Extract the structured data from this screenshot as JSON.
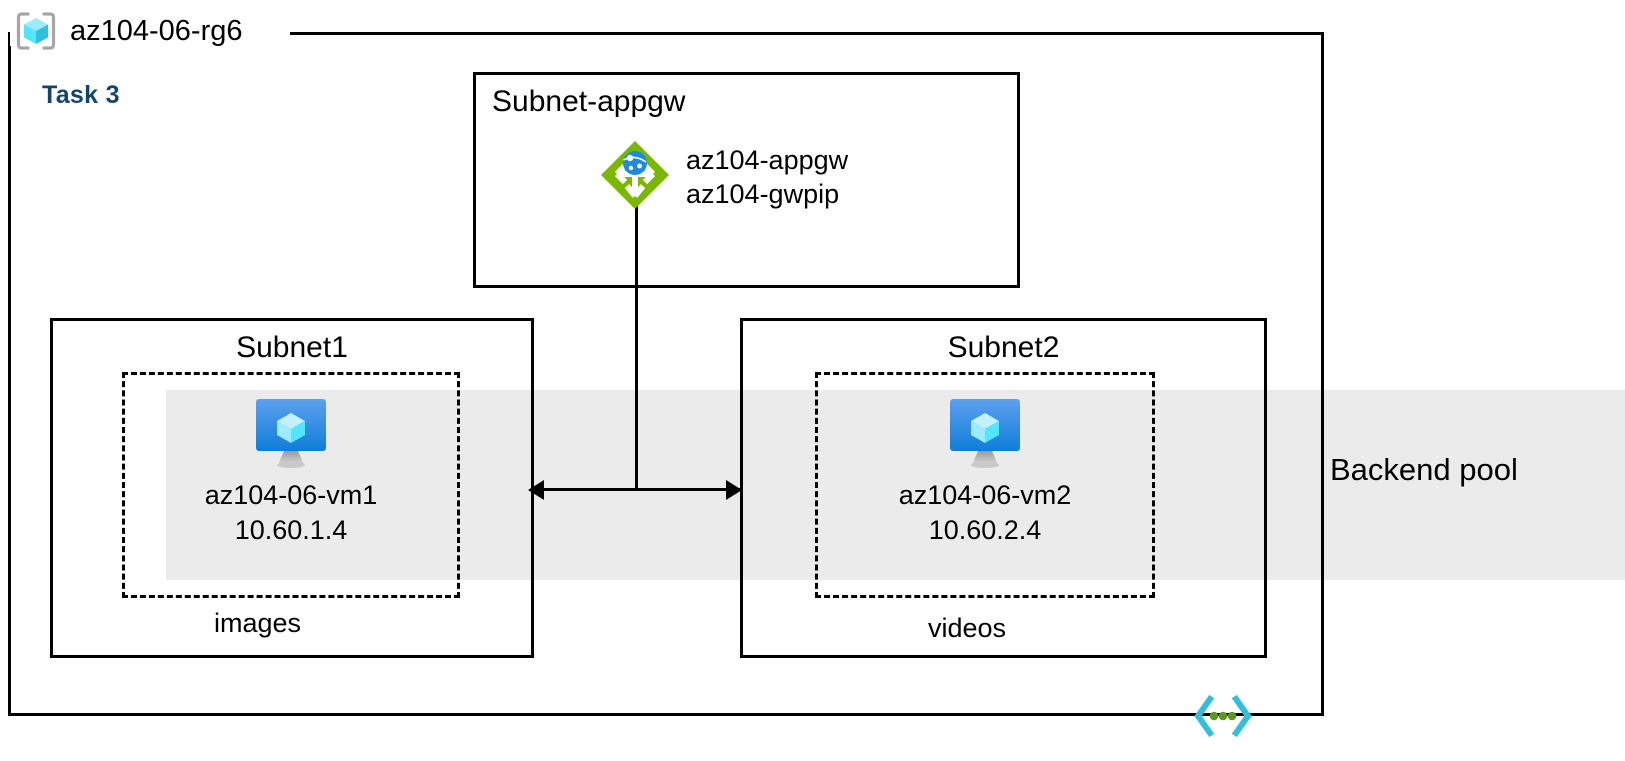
{
  "diagram": {
    "title": "az104-06-rg6",
    "task_label": "Task 3",
    "resource_group_icon": "resource-group-icon",
    "vnet_icon": "virtual-network-icon"
  },
  "backend_pool": {
    "label": "Backend pool",
    "band_color": "#ebebeb"
  },
  "subnets": {
    "appgw": {
      "title": "Subnet-appgw",
      "node": {
        "icon": "application-gateway-icon",
        "line1": "az104-appgw",
        "line2": "az104-gwpip"
      }
    },
    "subnet1": {
      "title": "Subnet1",
      "footer": "images",
      "vm": {
        "icon": "virtual-machine-icon",
        "name": "az104-06-vm1",
        "ip": "10.60.1.4"
      }
    },
    "subnet2": {
      "title": "Subnet2",
      "footer": "videos",
      "vm": {
        "icon": "virtual-machine-icon",
        "name": "az104-06-vm2",
        "ip": "10.60.2.4"
      }
    }
  },
  "colors": {
    "task_text": "#12456e",
    "appgw_green": "#7ab800",
    "vm_blue": "#2e8dd8",
    "rg_cube_cyan": "#50e6ff",
    "vnet_cyan": "#32bedd",
    "vnet_green": "#5e9624",
    "stroke": "#000000"
  }
}
